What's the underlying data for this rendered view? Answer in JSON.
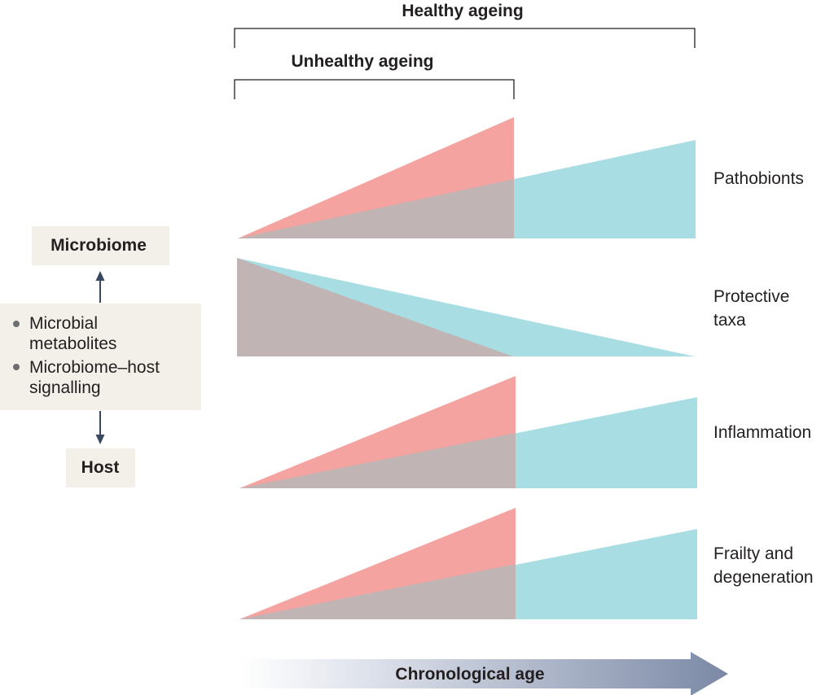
{
  "brackets": {
    "healthy": "Healthy ageing",
    "unhealthy": "Unhealthy ageing"
  },
  "rows": [
    {
      "label_lines": [
        "Pathobionts"
      ],
      "trend": "increase"
    },
    {
      "label_lines": [
        "Protective",
        "taxa"
      ],
      "trend": "decrease"
    },
    {
      "label_lines": [
        "Inflammation"
      ],
      "trend": "increase"
    },
    {
      "label_lines": [
        "Frailty and",
        "degeneration"
      ],
      "trend": "increase"
    }
  ],
  "left_panel": {
    "top_box": "Microbiome",
    "bottom_box": "Host",
    "items": [
      {
        "lines": [
          "Microbial",
          "metabolites"
        ]
      },
      {
        "lines": [
          "Microbiome–host",
          "signalling"
        ]
      }
    ]
  },
  "axis": {
    "label": "Chronological age"
  },
  "colors": {
    "unhealthy": "#f4a3a0",
    "healthy": "#a9dde4",
    "overlap": "#c1b4b4",
    "box_fill": "#f3f0ea",
    "arrow_dark": "#3a4760",
    "axis_arrow": "#7b89a6"
  }
}
